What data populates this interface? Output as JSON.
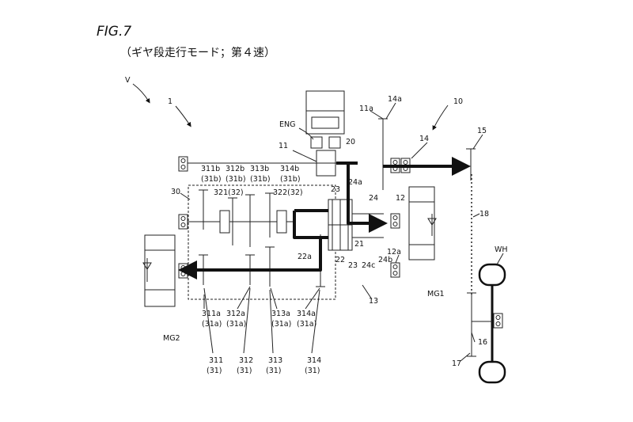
{
  "figure": {
    "title": "FIG.7",
    "subtitle": "（ギヤ段走行モード；第４速）"
  },
  "labels": {
    "v": "V",
    "n1": "1",
    "n10": "10",
    "eng": "ENG",
    "n11": "11",
    "n11a": "11a",
    "n14a": "14a",
    "n14": "14",
    "n15": "15",
    "n20": "20",
    "n311b": "311b",
    "n312b": "312b",
    "n313b": "313b",
    "n314b": "314b",
    "p31b_1": "(31b)",
    "p31b_2": "(31b)",
    "p31b_3": "(31b)",
    "p31b_4": "(31b)",
    "n321": "321(32)",
    "n322": "322(32)",
    "n30": "30",
    "n23a": "23",
    "n24a": "24a",
    "n24": "24",
    "n12": "12",
    "n18": "18",
    "n21": "21",
    "n22a": "22a",
    "n22": "22",
    "n23b": "23",
    "n24c": "24c",
    "n24b": "24b",
    "n12a": "12a",
    "mg1": "MG1",
    "mg2": "MG2",
    "n13": "13",
    "wh": "WH",
    "n311a": "311a",
    "n312a": "312a",
    "n313a": "313a",
    "n314a": "314a",
    "p31a_1": "(31a)",
    "p31a_2": "(31a)",
    "p31a_3": "(31a)",
    "p31a_4": "(31a)",
    "n311": "311",
    "n312": "312",
    "n313": "313",
    "n314": "314",
    "p31_1": "(31)",
    "p31_2": "(31)",
    "p31_3": "(31)",
    "p31_4": "(31)",
    "n16": "16",
    "n17": "17"
  }
}
